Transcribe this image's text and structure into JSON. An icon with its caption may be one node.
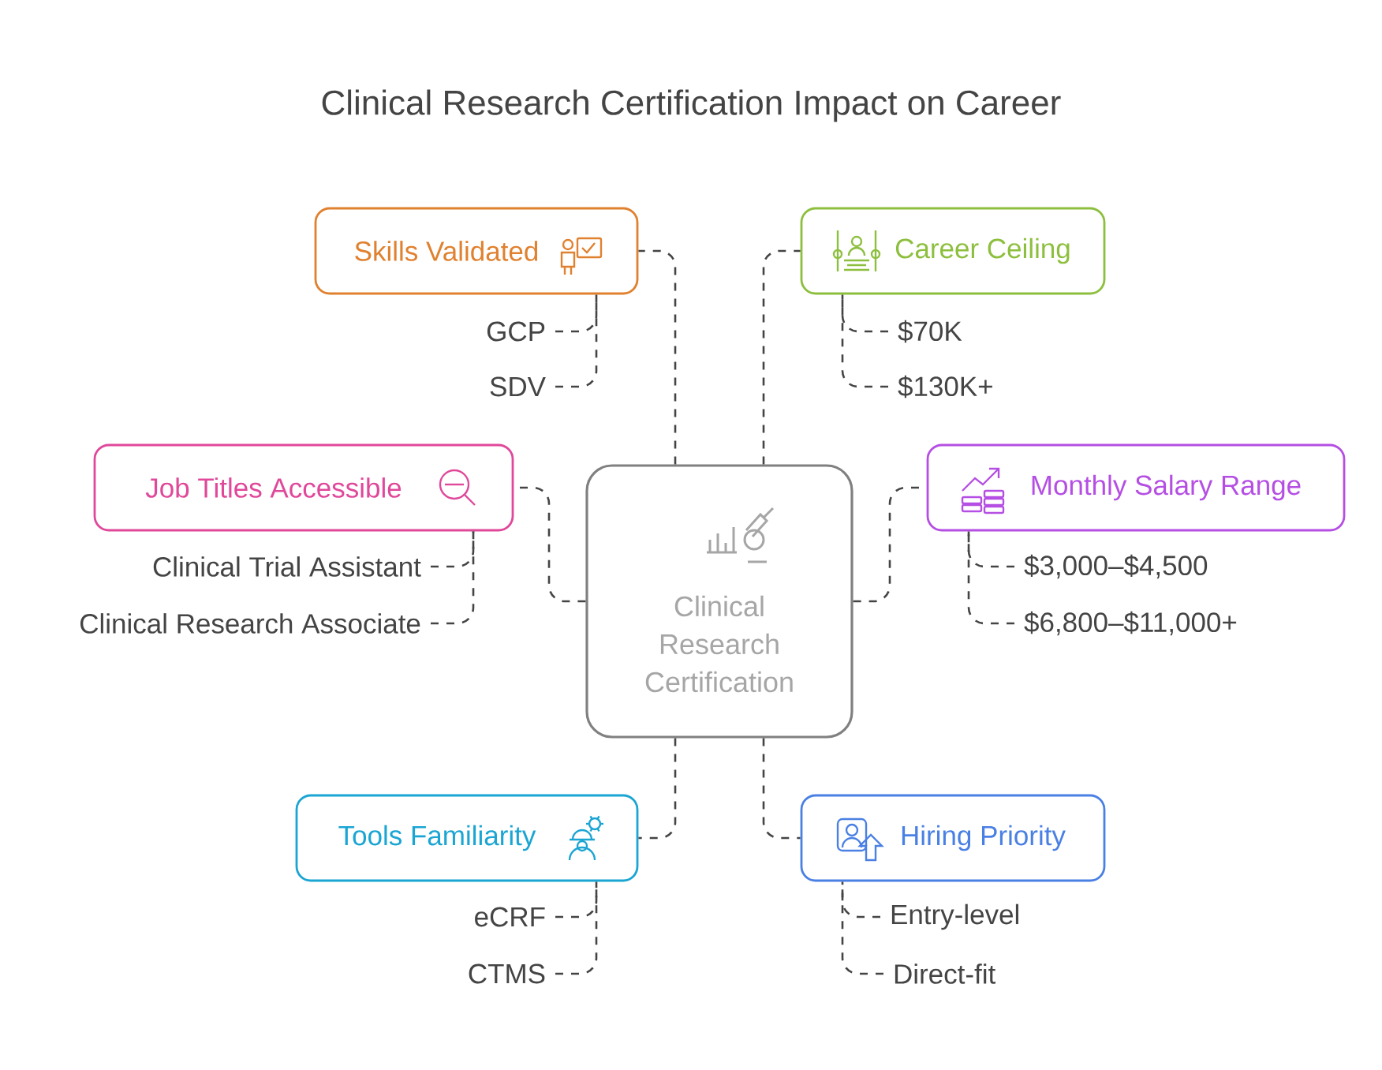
{
  "diagram": {
    "title": "Clinical Research Certification Impact on Career",
    "nodes": [
      {
        "text": [
          "Clinical Research Certification"
        ]
      },
      {
        "text": [
          "Skills Validated"
        ]
      },
      {
        "text": [
          "GCP"
        ]
      },
      {
        "text": [
          "SDV"
        ]
      },
      {
        "text": [
          "Career Ceiling"
        ]
      },
      {
        "text": [
          "$70K"
        ]
      },
      {
        "text": [
          "$130K+"
        ]
      },
      {
        "text": [
          "Job Titles Accessible"
        ]
      },
      {
        "text": [
          "Clinical Trial Assistant"
        ]
      },
      {
        "text": [
          "Clinical Research Associate"
        ]
      },
      {
        "text": [
          "Monthly Salary Range"
        ]
      },
      {
        "text": [
          "$3,000–$4,500"
        ]
      },
      {
        "text": [
          "$6,800–$11,000+"
        ]
      },
      {
        "text": [
          "Tools Familiarity"
        ]
      },
      {
        "text": [
          "eCRF"
        ]
      },
      {
        "text": [
          "CTMS"
        ]
      },
      {
        "text": [
          "Hiring Priority"
        ]
      },
      {
        "text": [
          "Entry-level"
        ]
      },
      {
        "text": [
          "Direct-fit"
        ]
      }
    ],
    "edges": [
      {
        "from": 0,
        "to": 1,
        "arrow": "none"
      },
      {
        "from": 1,
        "to": 2,
        "arrow": "none"
      },
      {
        "from": 1,
        "to": 3,
        "arrow": "none"
      },
      {
        "from": 0,
        "to": 4,
        "arrow": "none"
      },
      {
        "from": 4,
        "to": 5,
        "arrow": "none"
      },
      {
        "from": 4,
        "to": 6,
        "arrow": "none"
      },
      {
        "from": 0,
        "to": 7,
        "arrow": "none"
      },
      {
        "from": 7,
        "to": 8,
        "arrow": "none"
      },
      {
        "from": 7,
        "to": 9,
        "arrow": "none"
      },
      {
        "from": 0,
        "to": 10,
        "arrow": "none"
      },
      {
        "from": 10,
        "to": 11,
        "arrow": "none"
      },
      {
        "from": 10,
        "to": 12,
        "arrow": "none"
      },
      {
        "from": 0,
        "to": 13,
        "arrow": "none"
      },
      {
        "from": 13,
        "to": 14,
        "arrow": "none"
      },
      {
        "from": 13,
        "to": 15,
        "arrow": "none"
      },
      {
        "from": 0,
        "to": 16,
        "arrow": "none"
      },
      {
        "from": 16,
        "to": 17,
        "arrow": "none"
      },
      {
        "from": 16,
        "to": 18,
        "arrow": "none"
      }
    ]
  }
}
